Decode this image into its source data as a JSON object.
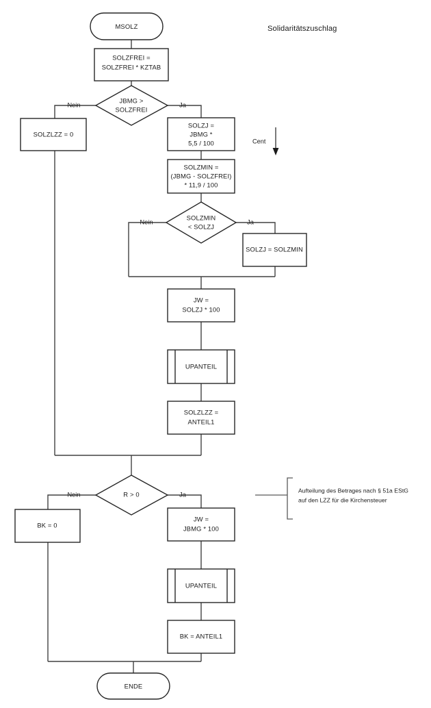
{
  "diagram": {
    "title": "Solidaritätszuschlag",
    "cent_label": "Cent",
    "note": {
      "line1": "Aufteilung des Betrages nach § 51a EStG",
      "line2": "auf den LZZ für die Kirchensteuer"
    },
    "edge_labels": {
      "yes": "Ja",
      "no": "Nein"
    },
    "nodes": {
      "start": {
        "label": "MSOLZ"
      },
      "solzfrei": {
        "line1": "SOLZFREI =",
        "line2": "SOLZFREI * KZTAB"
      },
      "decision_jbmg": {
        "line1": "JBMG >",
        "line2": "SOLZFREI"
      },
      "solzlzz_zero": {
        "label": "SOLZLZZ = 0"
      },
      "solzj": {
        "line1": "SOLZJ =",
        "line2": "JBMG *",
        "line3": "5,5 / 100"
      },
      "solzmin": {
        "line1": "SOLZMIN =",
        "line2": "(JBMG - SOLZFREI)",
        "line3": "* 11,9 / 100"
      },
      "decision_solzmin": {
        "line1": "SOLZMIN",
        "line2": "< SOLZJ"
      },
      "solzj_assign": {
        "label": "SOLZJ = SOLZMIN"
      },
      "jw_solzj": {
        "line1": "JW =",
        "line2": "SOLZJ * 100"
      },
      "upanteil_1": {
        "label": "UPANTEIL"
      },
      "solzlzz_anteil": {
        "line1": "SOLZLZZ =",
        "line2": "ANTEIL1"
      },
      "decision_r": {
        "label": "R > 0"
      },
      "bk_zero": {
        "label": "BK = 0"
      },
      "jw_jbmg": {
        "line1": "JW =",
        "line2": "JBMG * 100"
      },
      "upanteil_2": {
        "label": "UPANTEIL"
      },
      "bk_anteil": {
        "label": "BK = ANTEIL1"
      },
      "end": {
        "label": "ENDE"
      }
    }
  }
}
